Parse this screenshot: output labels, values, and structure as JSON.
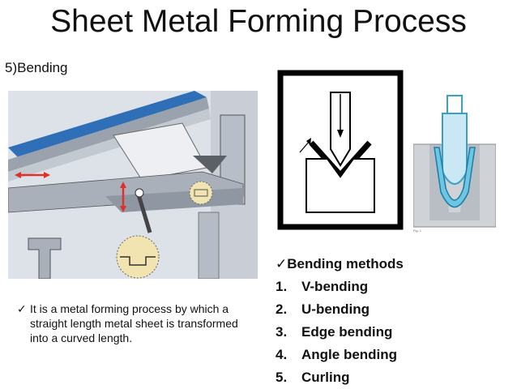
{
  "slide": {
    "title": "Sheet Metal Forming Process",
    "subtitle": "5)Bending"
  },
  "description": {
    "bullet": "✓",
    "text": "It is a metal forming process by which a straight length metal sheet is transformed into a curved length."
  },
  "methods": {
    "bullet": "✓",
    "heading": "Bending methods",
    "items": [
      {
        "num": "1.",
        "label": "V-bending"
      },
      {
        "num": "2.",
        "label": "U-bending"
      },
      {
        "num": "3.",
        "label": "Edge bending"
      },
      {
        "num": "4.",
        "label": "Angle bending"
      },
      {
        "num": "5.",
        "label": "Curling"
      }
    ]
  },
  "figures": {
    "u_bend_caption": "Fig. 1",
    "colors": {
      "machine_bg": "#d8dde3",
      "sheet_blue": "#2e6fb8",
      "arrow_red": "#e0302a",
      "detail_yellow": "#f2e4b0",
      "u_fluid": "#6ec6e3"
    }
  }
}
